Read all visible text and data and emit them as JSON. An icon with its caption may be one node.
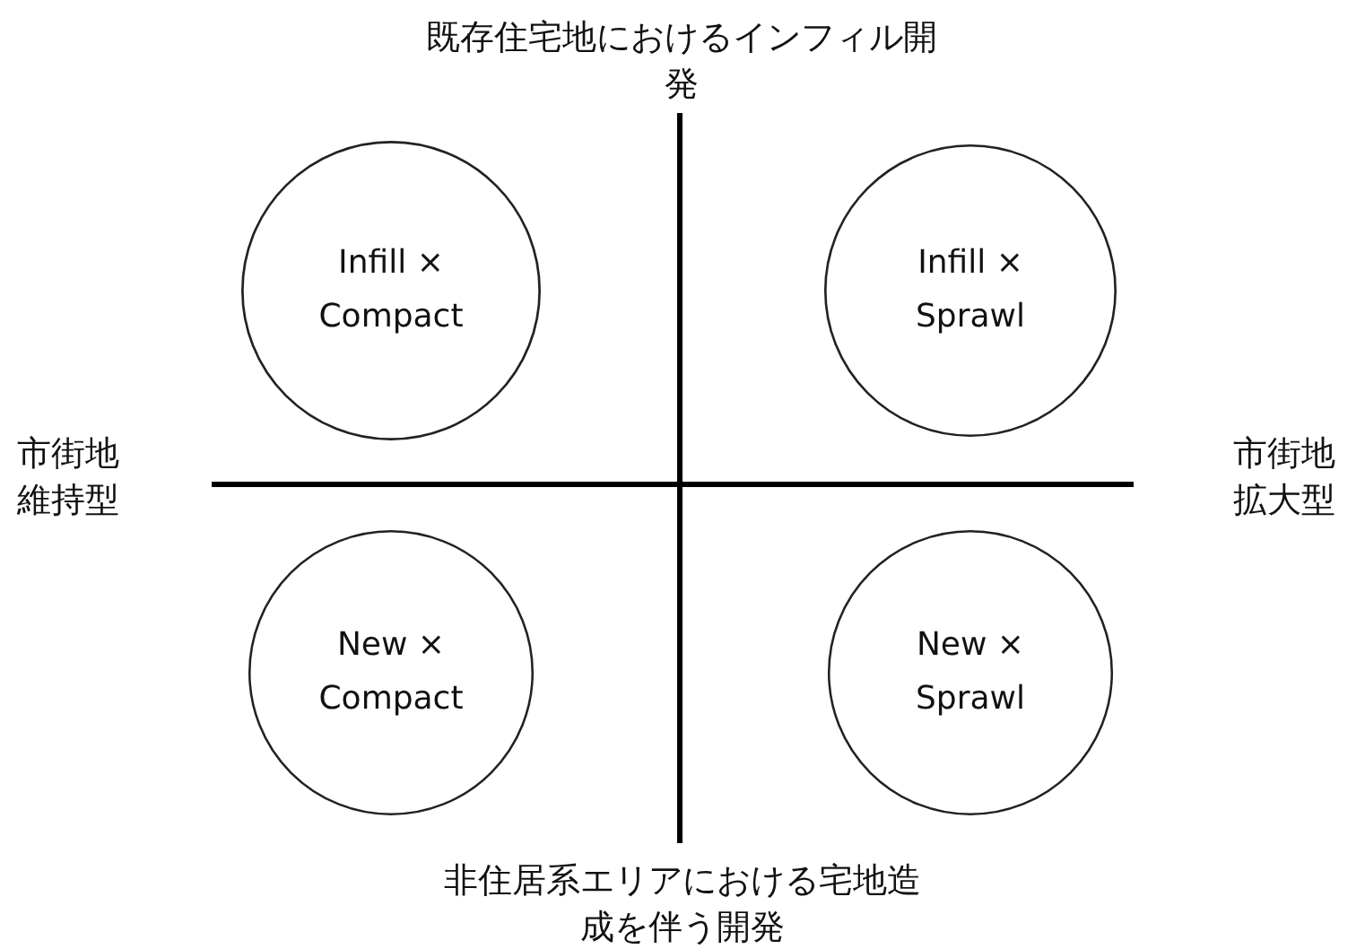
{
  "diagram": {
    "nodes": [
      {
        "text": [
          "Infill × Compact"
        ]
      },
      {
        "text": [
          "Infill × Sprawl"
        ]
      },
      {
        "text": [
          "New × Compact"
        ]
      },
      {
        "text": [
          "New × Sprawl"
        ]
      }
    ],
    "labels": [
      "既存住宅地におけるインフィル開発",
      "市街地維持型",
      "市街地拡大型",
      "非住居系エリアにおける宅地造成を伴う開発"
    ]
  }
}
